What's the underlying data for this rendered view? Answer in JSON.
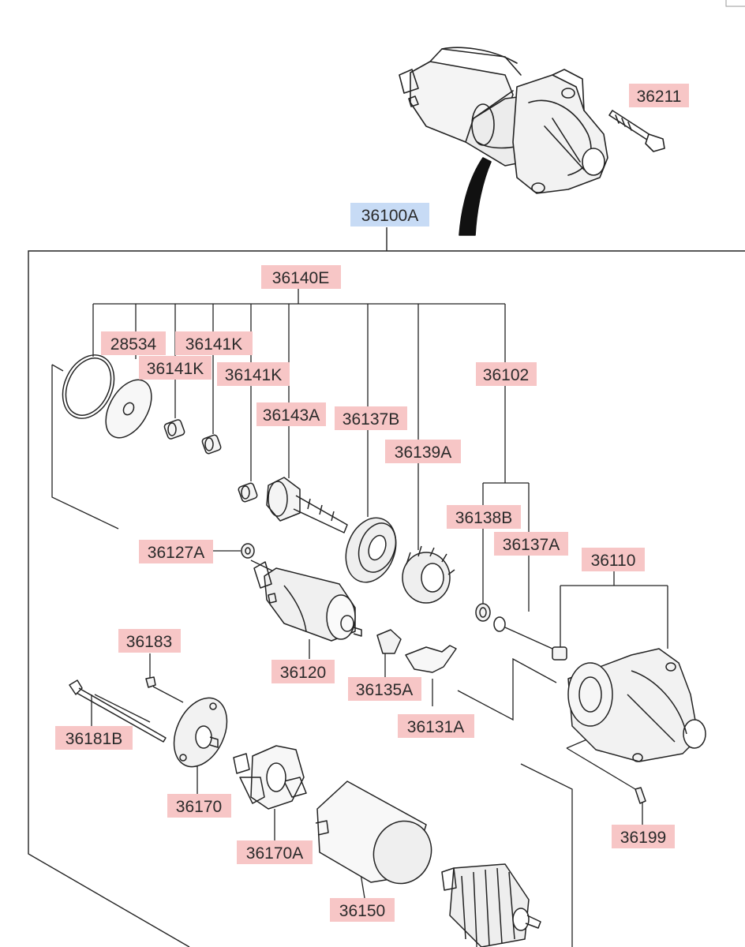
{
  "colors": {
    "callout_bg": "#f7c6c6",
    "assembly_callout_bg": "#c7dbf5",
    "line": "#222222",
    "text": "#2a2a2a"
  },
  "parts": {
    "p36211": "36211",
    "p36100A": "36100A",
    "p36140E": "36140E",
    "p28534": "28534",
    "p36141K_a": "36141K",
    "p36141K_b": "36141K",
    "p36141K_c": "36141K",
    "p36102": "36102",
    "p36143A": "36143A",
    "p36137B": "36137B",
    "p36139A": "36139A",
    "p36138B": "36138B",
    "p36137A": "36137A",
    "p36127A": "36127A",
    "p36110": "36110",
    "p36183": "36183",
    "p36120": "36120",
    "p36135A": "36135A",
    "p36131A": "36131A",
    "p36181B": "36181B",
    "p36170": "36170",
    "p36199": "36199",
    "p36170A": "36170A",
    "p36150": "36150"
  }
}
